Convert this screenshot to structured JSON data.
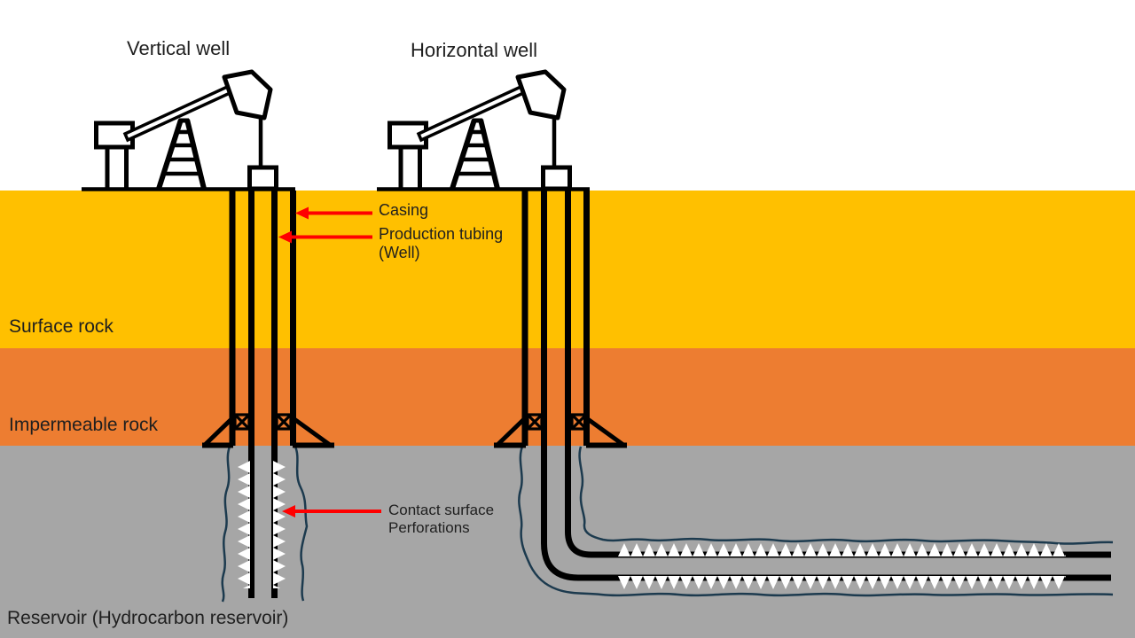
{
  "diagram": {
    "titles": {
      "vertical_well": "Vertical well",
      "horizontal_well": "Horizontal well"
    },
    "layers": {
      "surface": {
        "label": "Surface rock",
        "color": "#FFC000"
      },
      "impermeable": {
        "label": "Impermeable rock",
        "color": "#ED7D31"
      },
      "reservoir": {
        "label": "Reservoir (Hydrocarbon reservoir)",
        "color": "#A6A6A6"
      }
    },
    "callouts": {
      "casing": "Casing",
      "production_tubing": "Production tubing",
      "production_tubing_sub": "(Well)",
      "contact_surface": "Contact surface",
      "perforations": "Perforations"
    },
    "colors": {
      "sky": "#FFFFFF",
      "line_art": "#000000",
      "arrow_red": "#FF0000",
      "contact_surface_line": "#1C3A4E",
      "perforation_white": "#FFFFFF",
      "text": "#1F1F1F"
    }
  }
}
